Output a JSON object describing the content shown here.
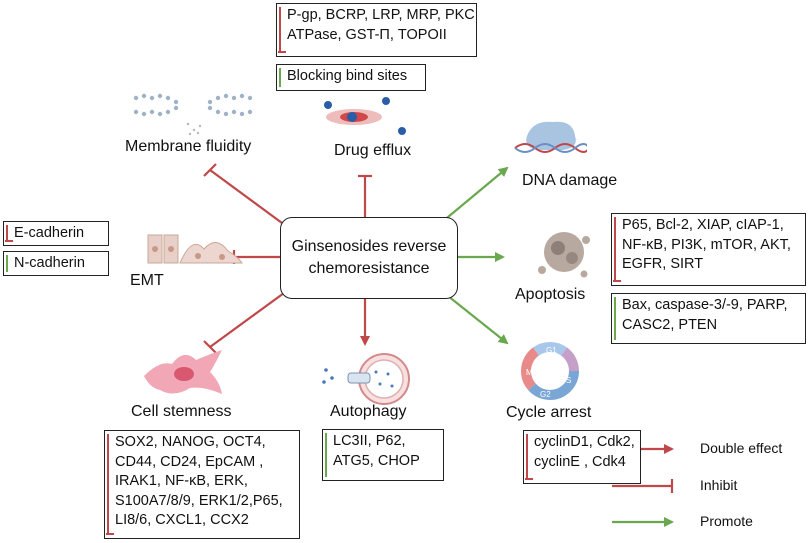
{
  "center": {
    "line1": "Ginsenosides reverse",
    "line2": "chemoresistance"
  },
  "nodes": {
    "membrane": "Membrane fluidity",
    "efflux": "Drug efflux",
    "dna": "DNA damage",
    "emt": "EMT",
    "apoptosis": "Apoptosis",
    "stemness": "Cell stemness",
    "autophagy": "Autophagy",
    "cycle": "Cycle arrest"
  },
  "boxes": {
    "efflux_inhibit": [
      "P-gp, BCRP, LRP, MRP, PKC",
      "ATPase, GST-Π, TOPOII"
    ],
    "efflux_promote": [
      "Blocking bind sites"
    ],
    "emt_inhibit": [
      "E-cadherin"
    ],
    "emt_promote": [
      "N-cadherin"
    ],
    "apoptosis_inhibit": [
      "P65, Bcl-2, XIAP, cIAP-1,",
      "NF-κB, PI3K, mTOR, AKT,",
      "EGFR, SIRT"
    ],
    "apoptosis_promote": [
      "Bax, caspase-3/-9, PARP,",
      "CASC2, PTEN"
    ],
    "stemness_inhibit": [
      "SOX2, NANOG, OCT4,",
      "CD44, CD24, EpCAM ,",
      "IRAK1, NF-κB, ERK,",
      "S100A7/8/9, ERK1/2,P65,",
      "LI8/6, CXCL1, CCX2"
    ],
    "autophagy_promote": [
      "LC3II, P62,",
      "ATG5, CHOP"
    ],
    "cycle_inhibit": [
      "cyclinD1, Cdk2,",
      "cyclinE , Cdk4"
    ]
  },
  "legend": {
    "double": "Double effect",
    "inhibit": "Inhibit",
    "promote": "Promote"
  },
  "cycle_phase_labels": {
    "g1": "G1",
    "s": "S",
    "g2": "G2",
    "m": "M"
  },
  "colors": {
    "inhibit": "#c0474a",
    "promote": "#6aa84f",
    "border": "#222222"
  }
}
